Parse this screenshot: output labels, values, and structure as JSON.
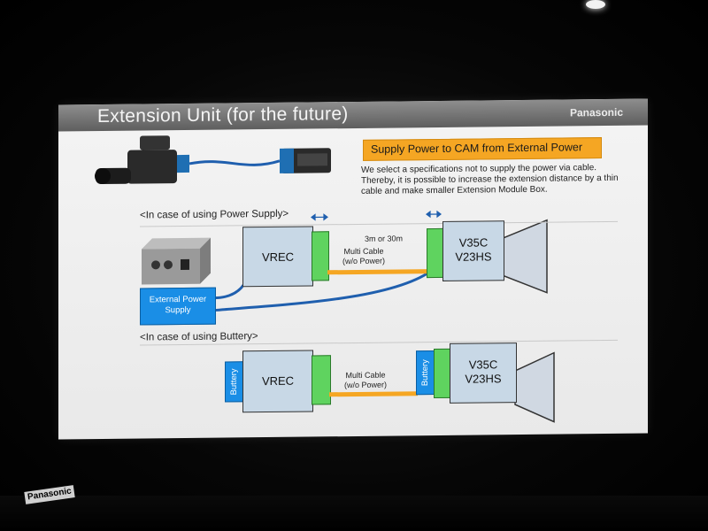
{
  "slide": {
    "title": "Extension Unit (for the future)",
    "brand": "Panasonic",
    "subtitle": "Supply Power to CAM from External Power",
    "description": "We select a specifications not to supply the power via cable. Thereby, it is possible to increase the extension distance by a thin cable and make smaller Extension Module Box.",
    "section_power_supply": "<In case of using Power Supply>",
    "section_buttery": "<In case of using Buttery>",
    "external_power_supply": "External Power Supply",
    "vrec_label": "VREC",
    "camera_label_line1": "V35C",
    "camera_label_line2": "V23HS",
    "distance": "3m or 30m",
    "multi_cable_line1": "Multi Cable",
    "multi_cable_line2": "(w/o Power)",
    "battery_label": "Buttery"
  },
  "bottom_badge": "Panasonic",
  "colors": {
    "title_bar": "#6e6e6e",
    "highlight": "#f5a623",
    "power_blue": "#1a8ee6",
    "module_green": "#5fd35f",
    "box_grey": "#c8d8e6"
  }
}
